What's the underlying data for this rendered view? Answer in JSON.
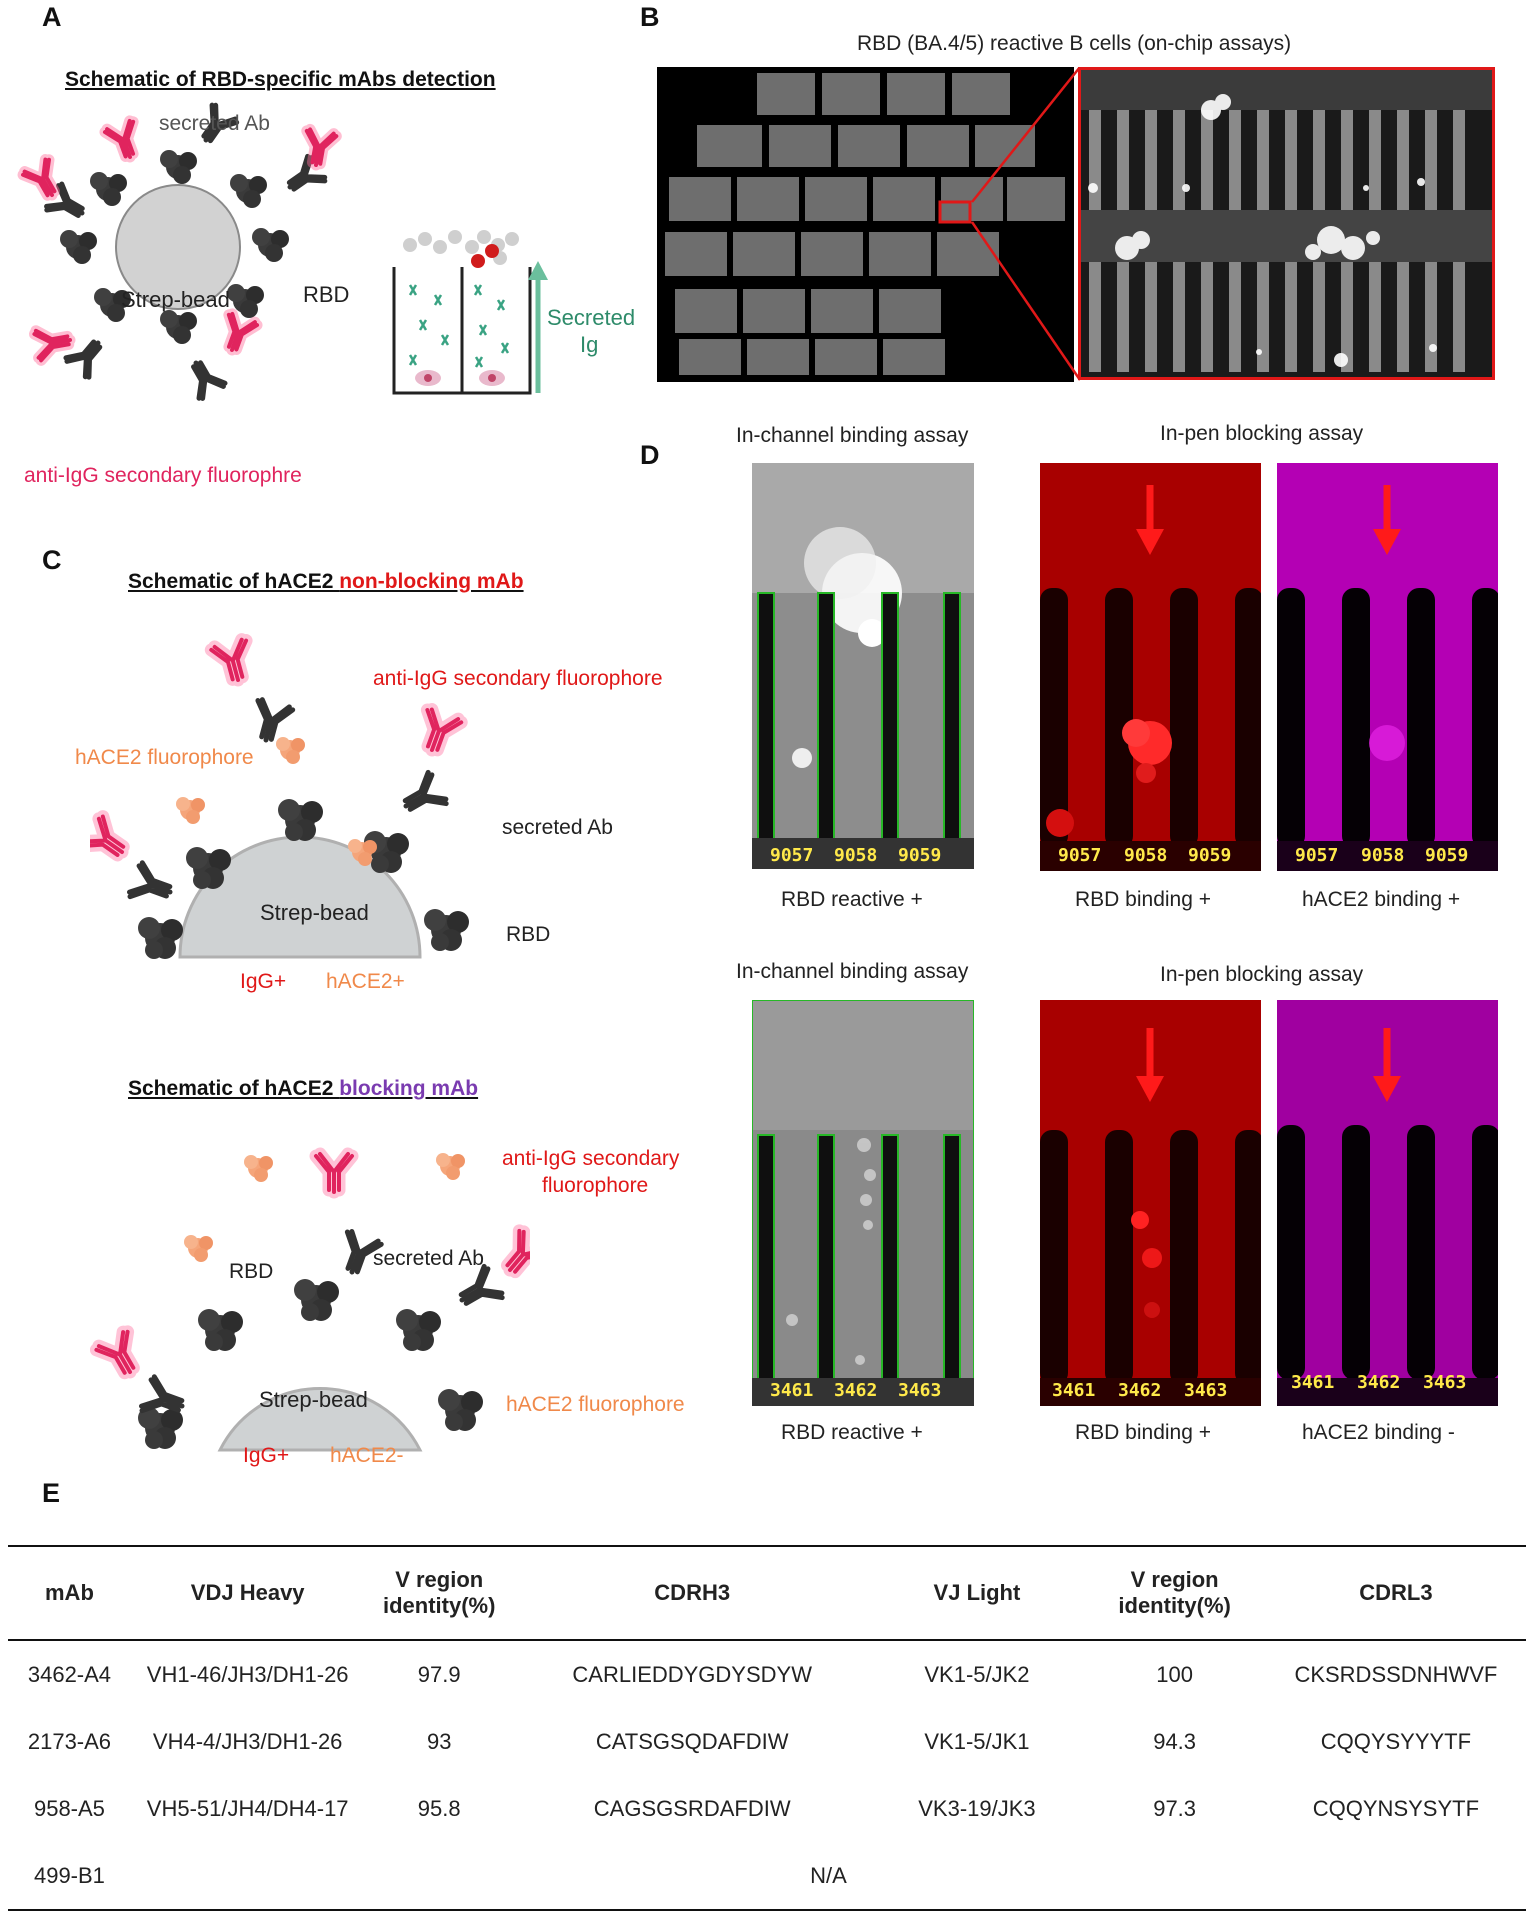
{
  "panels": {
    "a": {
      "letter": "A",
      "title": "Schematic of RBD-specific mAbs detection",
      "secreted_ab": "secreted Ab",
      "bead": "Strep-bead",
      "rbd": "RBD",
      "secondary": "anti-IgG  secondary  fluorophre",
      "secreted_ig_line1": "Secreted",
      "secreted_ig_line2": "Ig"
    },
    "b": {
      "letter": "B",
      "title": "RBD (BA.4/5)  reactive  B cells (on-chip  assays)"
    },
    "c": {
      "letter": "C",
      "nonblock_title_prefix": "Schematic of hACE2 ",
      "nonblock_title_highlight": "non-blocking mAb",
      "block_title_prefix": "Schematic of hACE2 ",
      "block_title_highlight": "blocking mAb",
      "top": {
        "secondary": "anti-IgG  secondary  fluorophore",
        "hace2": "hACE2 fluorophore",
        "secreted_ab": "secreted Ab",
        "bead": "Strep-bead",
        "rbd": "RBD",
        "igg": "IgG+",
        "hace2_status": "hACE2+"
      },
      "bottom": {
        "secondary_line1": "anti-IgG  secondary",
        "secondary_line2": "fluorophore",
        "rbd": "RBD",
        "secreted_ab": "secreted Ab",
        "bead": "Strep-bead",
        "hace2": "hACE2 fluorophore",
        "igg": "IgG+",
        "hace2_status": "hACE2-"
      }
    },
    "d": {
      "letter": "D",
      "rows": [
        {
          "channel_title": "In-channel   binding  assay",
          "pen_title": "In-pen  blocking  assay",
          "ids": [
            "9057",
            "9058",
            "9059"
          ],
          "caption_reactive": "RBD reactive   +",
          "caption_rbd": "RBD binding  +",
          "caption_hace2": "hACE2 binding   +"
        },
        {
          "channel_title": "In-channel    binding  assay",
          "pen_title": "In-pen  blocking  assay",
          "ids": [
            "3461",
            "3462",
            "3463"
          ],
          "caption_reactive": "RBD reactive   +",
          "caption_rbd": "RBD binding   +",
          "caption_hace2": "hACE2 binding  -"
        }
      ]
    },
    "e": {
      "letter": "E"
    }
  },
  "table": {
    "headers": [
      "mAb",
      "VDJ Heavy",
      "V region identity(%)",
      "CDRH3",
      "VJ Light",
      "V region identity(%)",
      "CDRL3"
    ],
    "rows": [
      [
        "3462-A4",
        "VH1-46/JH3/DH1-26",
        "97.9",
        "CARLIEDDYGDYSDYW",
        "VK1-5/JK2",
        "100",
        "CKSRDSSDNHWVF"
      ],
      [
        "2173-A6",
        "VH4-4/JH3/DH1-26",
        "93",
        "CATSGSQDAFDIW",
        "VK1-5/JK1",
        "94.3",
        "CQQYSYYYTF"
      ],
      [
        "958-A5",
        "VH5-51/JH4/DH4-17",
        "95.8",
        "CAGSGSRDAFDIW",
        "VK3-19/JK3",
        "97.3",
        "CQQYNSYSYTF"
      ]
    ],
    "na_row": {
      "mab": "499-B1",
      "text": "N/A"
    }
  },
  "colors": {
    "red": "#e01818",
    "pink": "#e0245e",
    "orange": "#f0894a",
    "purple": "#7a3bb0",
    "green": "#2e8b6a",
    "micro_red": "#a80000",
    "micro_magenta": "#b400b4"
  }
}
